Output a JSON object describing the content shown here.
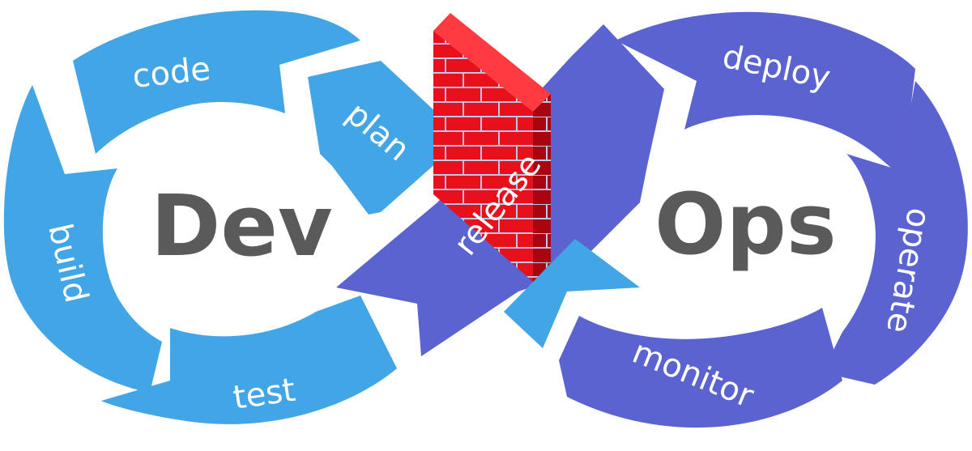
{
  "diagram": {
    "dev_title": "Dev",
    "ops_title": "Ops",
    "stages": {
      "code": "code",
      "plan": "plan",
      "build": "build",
      "test": "test",
      "release": "release",
      "deploy": "deploy",
      "operate": "operate",
      "monitor": "monitor"
    },
    "colors": {
      "dev": "#42a5e5",
      "ops": "#5b63d0",
      "wall_front": "#e8101a",
      "wall_side": "#a8050e",
      "wall_top": "#ff3a40",
      "mortar": "#b9c7e8"
    }
  }
}
